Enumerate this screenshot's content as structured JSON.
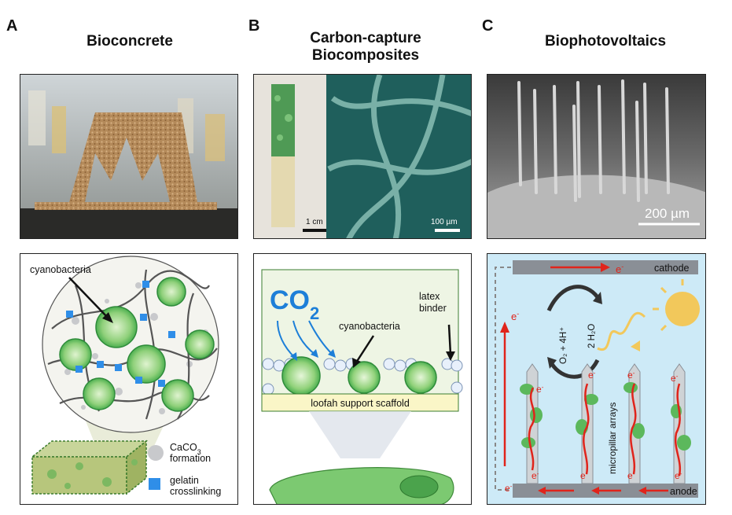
{
  "panels": [
    {
      "letter": "A",
      "title_lines": [
        "Bioconcrete"
      ]
    },
    {
      "letter": "B",
      "title_lines": [
        "Carbon-capture",
        "Biocomposites"
      ]
    },
    {
      "letter": "C",
      "title_lines": [
        "Biophotovoltaics"
      ]
    }
  ],
  "panel_a": {
    "cyanobacteria": "cyanobacteria",
    "caco3_prefix": "CaCO",
    "caco3_sub": "3",
    "caco3_line2": "formation",
    "gelatin_line1": "gelatin",
    "gelatin_line2": "crosslinking"
  },
  "panel_b": {
    "scale_1": "1 cm",
    "scale_2": "100 µm",
    "co2_main": "CO",
    "co2_sub": "2",
    "latex_line1": "latex",
    "latex_line2": "binder",
    "cyanobacteria": "cyanobacteria",
    "scaffold": "loofah support scaffold"
  },
  "panel_c": {
    "scale": "200 µm",
    "cathode": "cathode",
    "anode": "anode",
    "electron": "e",
    "electron_sup": "-",
    "reaction_left": "O₂ + 4H⁺",
    "reaction_right": "2 H₂O",
    "micropillar": "micropillar arrays"
  },
  "colors": {
    "green": "#4caf50",
    "blue_square": "#2f8ee8",
    "co2_blue": "#1d7fd8",
    "electron_red": "#e0241b",
    "electrode_gray": "#8a8f96",
    "sky": "#cdeaf7",
    "sun": "#f2c85b"
  }
}
